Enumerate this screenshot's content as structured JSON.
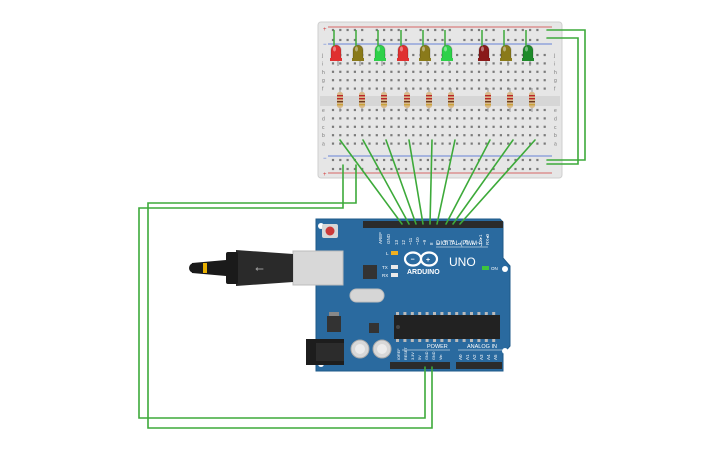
{
  "colors": {
    "board_blue": "#2a6a9f",
    "board_dark": "#1f5a8a",
    "wire_green": "#3daa3a",
    "breadboard": "#e4e4e4",
    "rail_red": "#d23a3a",
    "rail_blue": "#3a5fd2",
    "header_black": "#2b2b2b"
  },
  "breadboard": {
    "row_letters_top": [
      "j",
      "i",
      "h",
      "g",
      "f"
    ],
    "row_letters_bottom": [
      "e",
      "d",
      "c",
      "b",
      "a"
    ],
    "rail_plus": "+",
    "rail_minus": "−"
  },
  "leds": [
    {
      "color": "#e03030"
    },
    {
      "color": "#8a7a1a"
    },
    {
      "color": "#2ed14a"
    },
    {
      "color": "#e03030"
    },
    {
      "color": "#8a7a1a"
    },
    {
      "color": "#2ed14a"
    },
    {
      "color": "#8a1a1a"
    },
    {
      "color": "#8a7a1a"
    },
    {
      "color": "#1e8a2a"
    }
  ],
  "arduino": {
    "brand": "ARDUINO",
    "model": "UNO",
    "digital_label": "DIGITAL (PWM~)",
    "power_label": "POWER",
    "analog_label": "ANALOG IN",
    "on_label": "ON",
    "led_l": "L",
    "led_tx": "TX",
    "led_rx": "RX",
    "aref": "AREF",
    "gnd_top": "GND",
    "digital_pins": [
      "13",
      "12",
      "~11",
      "~10",
      "~9",
      "8",
      "7",
      "~6",
      "~5",
      "4",
      "~3",
      "2",
      "TX▸1",
      "RX◂0"
    ],
    "power_pins": [
      "IOREF",
      "RESET",
      "3.3V",
      "5V",
      "GND",
      "GND",
      "Vin"
    ],
    "analog_pins": [
      "A0",
      "A1",
      "A2",
      "A3",
      "A4",
      "A5"
    ]
  },
  "usb_cable": {
    "symbol": "⭠"
  }
}
